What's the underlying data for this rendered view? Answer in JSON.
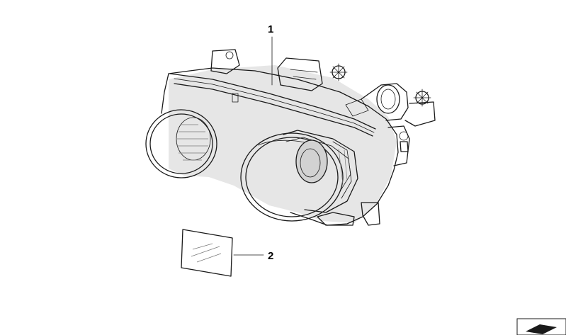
{
  "callouts": [
    {
      "id": "1",
      "label": "1",
      "part": "headlight-assembly"
    },
    {
      "id": "2",
      "label": "2",
      "part": "lens-glass-sticker"
    }
  ],
  "colors": {
    "line": "#1a1a1a",
    "shade": "#e6e6e6",
    "background": "#ffffff"
  },
  "icons": {
    "corner_badge": "diagram-thumbnail-icon"
  }
}
